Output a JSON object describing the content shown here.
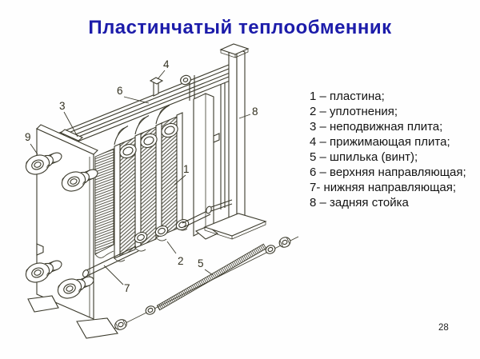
{
  "slide": {
    "title": "Пластинчатый теплообменник",
    "page_number": "28"
  },
  "legend": {
    "items": [
      "1 – пластина;",
      "2 – уплотнения;",
      "3 – неподвижная плита;",
      "4 – прижимающая плита;",
      "5 – шпилька (винт);",
      "6 – верхняя направляющая;",
      "7- нижняя направляющая;",
      "8 – задняя стойка"
    ]
  },
  "diagram": {
    "description": "isometric line drawing of a plate heat exchanger",
    "callouts": {
      "c1": "1",
      "c2": "2",
      "c3": "3",
      "c4": "4",
      "c5": "5",
      "c6": "6",
      "c7": "7",
      "c8": "8",
      "c9": "9"
    }
  },
  "colors": {
    "background": "#fefefe",
    "title": "#1c1caa",
    "line_art": "#3b3a2c",
    "legend_text": "#141414"
  }
}
